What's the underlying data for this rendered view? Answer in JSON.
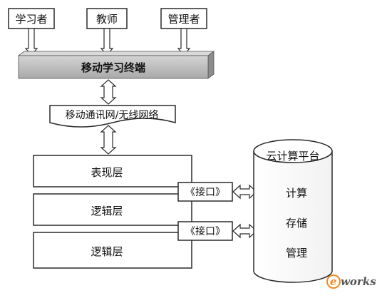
{
  "roles": [
    "学习者",
    "教师",
    "管理者"
  ],
  "terminal": "移动学习终端",
  "network": "移动通讯网/无线网络",
  "layers": [
    "表现层",
    "逻辑层",
    "逻辑层"
  ],
  "interfaces": [
    "《接口》",
    "《接口》"
  ],
  "cloud": {
    "title": "云计算平台",
    "items": [
      "计算",
      "存储",
      "管理"
    ]
  },
  "watermark": {
    "prefix": "e",
    "text": "works"
  },
  "colors": {
    "terminal_fill": "#bdbdbd",
    "terminal_shade": "#8c8c8c",
    "stroke": "#2a2a2a",
    "watermark": "#f08a20"
  }
}
